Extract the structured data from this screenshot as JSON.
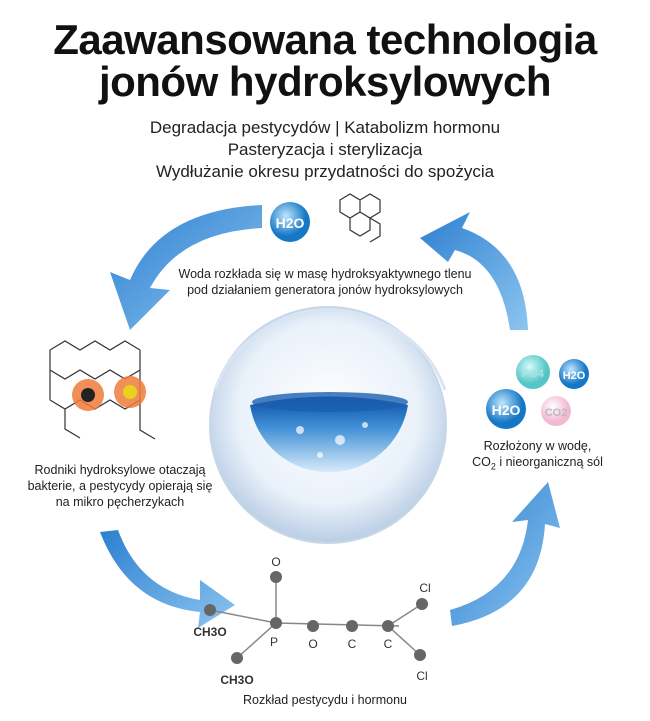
{
  "title": {
    "line1": "Zaawansowana technologia",
    "line2": "jonów hydroksylowych"
  },
  "subtitles": [
    "Degradacja pestycydów | Katabolizm hormonu",
    "Pasteryzacja i sterylizacja",
    "Wydłużanie okresu przydatności do spożycia"
  ],
  "captions": {
    "top": [
      "Woda rozkłada się w masę hydroksyaktywnego tlenu",
      "pod działaniem generatora jonów hydroksylowych"
    ],
    "left": [
      "Rodniki hydroksylowe otaczają",
      "bakterie, a pestycydy opierają się",
      "na mikro pęcherzykach"
    ],
    "right": {
      "line1": "Rozłożony w wodę,",
      "co": "CO",
      "sub": "2",
      "rest": " i nieorganiczną sól"
    },
    "bottom": "Rozkład pestycydu i hormonu"
  },
  "molecules": {
    "h2o": "H2O",
    "po4": "PO4",
    "co2": "CO2"
  },
  "pesticide": {
    "o_top": "O",
    "ch3o_1": "CH3O",
    "ch3o_2": "CH3O",
    "p": "P",
    "o": "O",
    "c1": "C",
    "c2": "C",
    "cl1": "Cl",
    "cl2": "Cl"
  },
  "colors": {
    "arrow": "#3a8fd8",
    "accent": "#1d6fb8"
  }
}
